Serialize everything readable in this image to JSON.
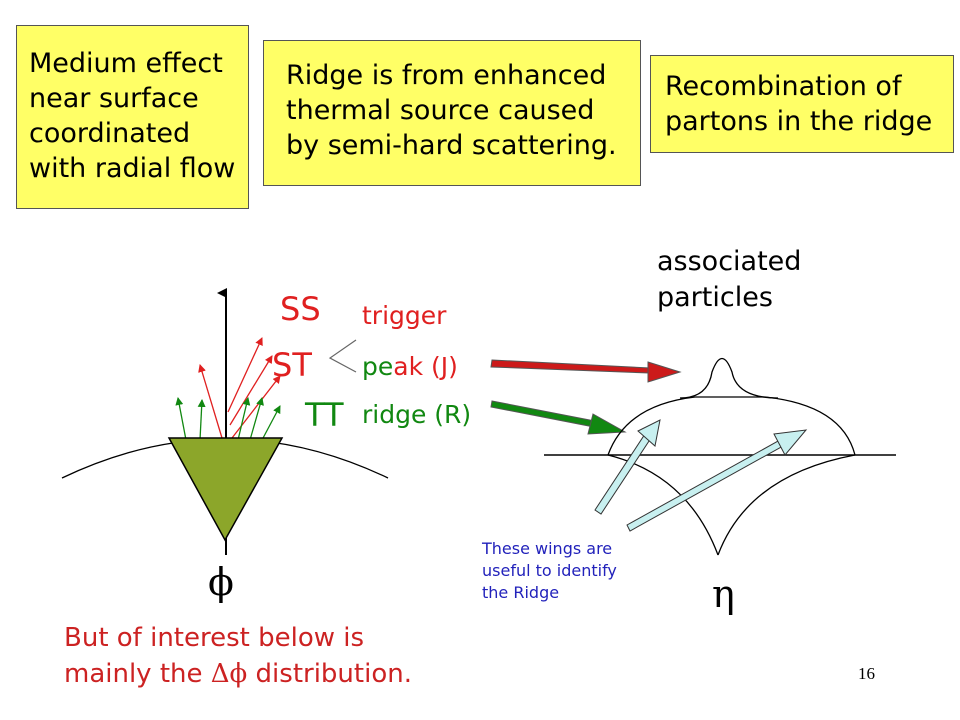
{
  "boxes": {
    "medium": [
      "Medium effect",
      "near surface",
      "coordinated",
      "with radial flow"
    ],
    "ridge_source": [
      "Ridge is from enhanced",
      "thermal source caused",
      "by semi-hard scattering."
    ],
    "recombination": [
      "Recombination of",
      "partons in the ridge"
    ]
  },
  "labels": {
    "ss": "SS",
    "st": "ST",
    "tt": "TT",
    "trigger": "trigger",
    "peak_a": "pe",
    "peak_b": "ak (J)",
    "ridge": "ridge (R)",
    "associated": [
      "associated",
      "particles"
    ],
    "phi": "ϕ",
    "eta": "η",
    "wings_note": [
      "These wings are",
      "useful to identify",
      "the Ridge"
    ],
    "bottom_note": [
      "But of interest below is",
      "mainly the ",
      "Δϕ",
      " distribution."
    ],
    "page_number": "16"
  },
  "colors": {
    "box_fill": "#ffff66",
    "ss_red": "#e02020",
    "green": "#118811",
    "note_blue": "#2222bb",
    "bottom_red": "#cc2222",
    "cone_fill": "#8ca62a",
    "arrow_red": "#cc1a1a",
    "arrow_green": "#118811",
    "arrow_lightblue": "#c8f0f0"
  }
}
